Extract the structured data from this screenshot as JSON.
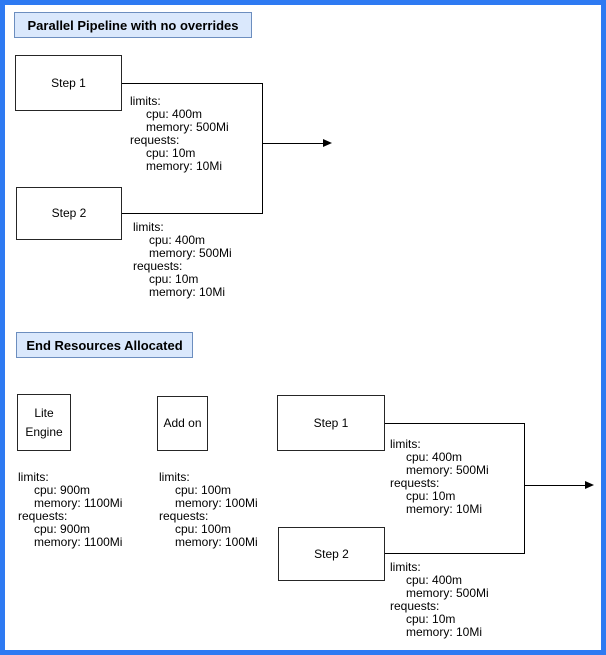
{
  "colors": {
    "frame_border": "#2e7af2",
    "title_fill": "#dae8fc",
    "title_border": "#6c8ebf",
    "shape_border": "#262626",
    "connector": "#000000"
  },
  "section_pipeline": {
    "title": "Parallel Pipeline with no overrides",
    "step1": {
      "label": "Step 1",
      "resources": [
        "limits:",
        "cpu: 400m",
        "memory: 500Mi",
        "requests:",
        "cpu: 10m",
        "memory: 10Mi"
      ]
    },
    "step2": {
      "label": "Step 2",
      "resources": [
        "limits:",
        "cpu: 400m",
        "memory: 500Mi",
        "requests:",
        "cpu: 10m",
        "memory: 10Mi"
      ]
    }
  },
  "section_end": {
    "title": "End Resources Allocated",
    "lite_engine": {
      "label_line1": "Lite",
      "label_line2": "Engine",
      "resources": [
        "limits:",
        "cpu: 900m",
        "memory: 1100Mi",
        "requests:",
        "cpu: 900m",
        "memory: 1100Mi"
      ]
    },
    "addon": {
      "label": "Add on",
      "resources": [
        "limits:",
        "cpu: 100m",
        "memory: 100Mi",
        "requests:",
        "cpu: 100m",
        "memory: 100Mi"
      ]
    },
    "step1": {
      "label": "Step 1",
      "resources": [
        "limits:",
        "cpu: 400m",
        "memory: 500Mi",
        "requests:",
        "cpu: 10m",
        "memory: 10Mi"
      ]
    },
    "step2": {
      "label": "Step 2",
      "resources": [
        "limits:",
        "cpu: 400m",
        "memory: 500Mi",
        "requests:",
        "cpu: 10m",
        "memory: 10Mi"
      ]
    }
  }
}
